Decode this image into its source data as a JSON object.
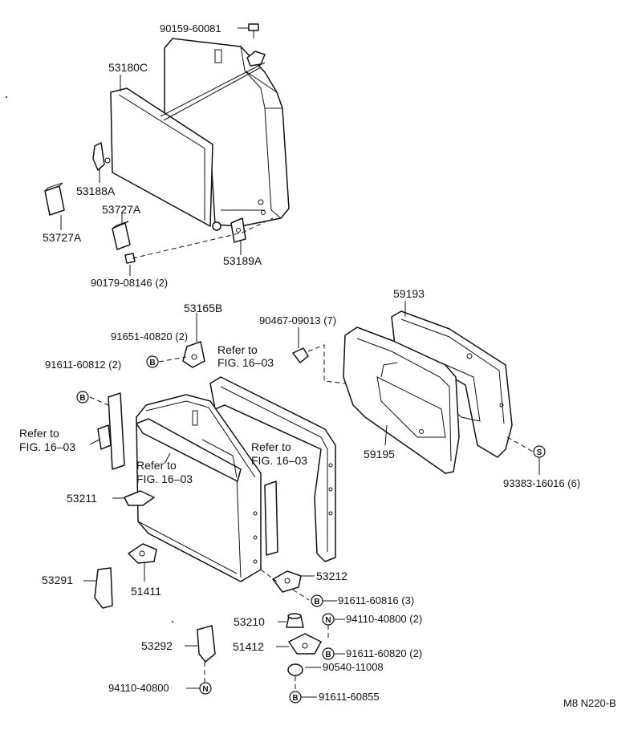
{
  "diagram": {
    "code": "M8 N220-B",
    "callouts": {
      "c90159": "90159-60081",
      "c53180c": "53180C",
      "c53188a": "53188A",
      "c53727a_top": "53727A",
      "c53727a_left": "53727A",
      "c53189a": "53189A",
      "c90179": "90179-08146 (2)",
      "c59193": "59193",
      "c90467": "90467-09013 (7)",
      "c53165b": "53165B",
      "c91651": "91651-40820 (2)",
      "c91611_60812": "91611-60812 (2)",
      "c59195": "59195",
      "c93383": "93383-16016 (6)",
      "c53211": "53211",
      "c53291": "53291",
      "c51411": "51411",
      "c53212": "53212",
      "c91611_60816": "91611-60816 (3)",
      "c53210": "53210",
      "c94110_40800_2": "94110-40800 (2)",
      "c53292": "53292",
      "c51412": "51412",
      "c91611_60820": "91611-60820 (2)",
      "c90540": "90540-11008",
      "c94110_40800": "94110-40800",
      "c91611_60855": "91611-60855"
    },
    "references": {
      "ref1_l1": "Refer to",
      "ref1_l2": "FIG. 16–03",
      "ref2_l1": "Refer to",
      "ref2_l2": "FIG. 16–03",
      "ref3_l1": "Refer to",
      "ref3_l2": "FIG. 16–03",
      "ref4_l1": "Refer to",
      "ref4_l2": "FIG. 16–03"
    },
    "symbols": {
      "bolt": "B",
      "nut": "N",
      "screw": "S"
    }
  }
}
